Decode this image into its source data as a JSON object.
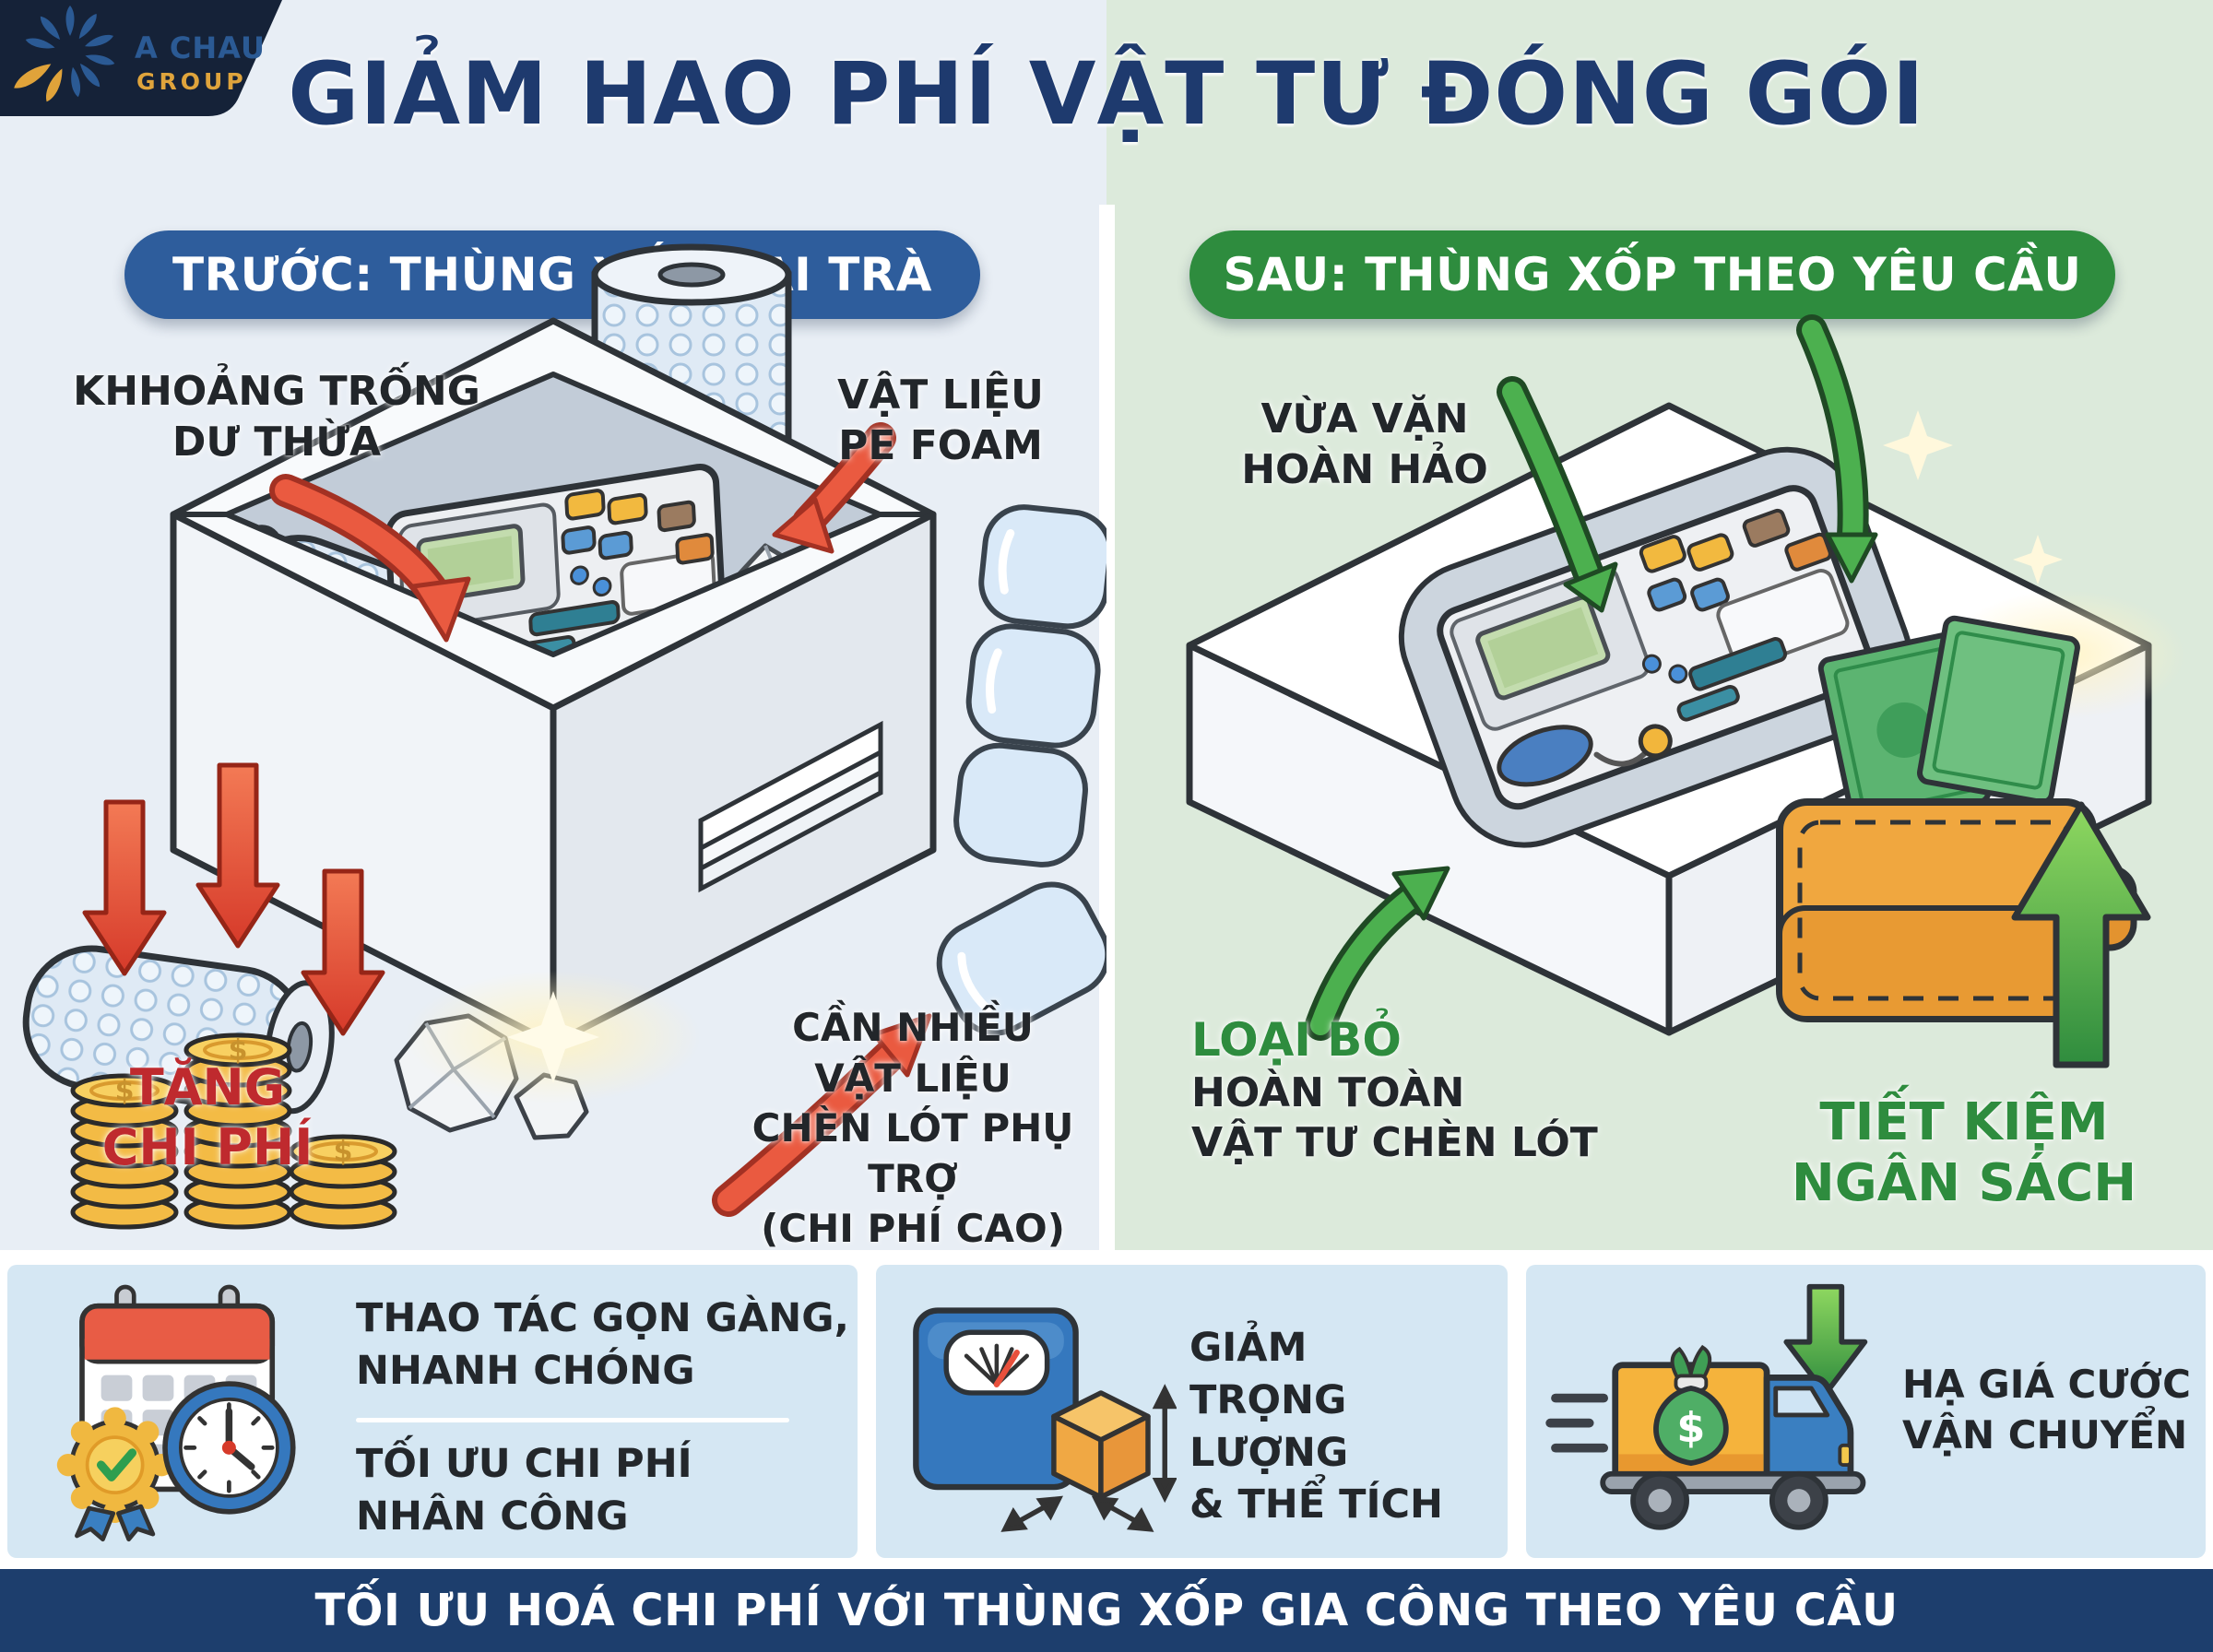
{
  "logo": {
    "name": "A CHAU",
    "sub": "GROUP"
  },
  "title": "GIẢM HAO PHÍ VẬT TƯ ĐÓNG GÓI",
  "before": {
    "header": "TRƯỚC: THÙNG XỐP ĐẠI TRÀ",
    "labels": {
      "empty_space": "KHHOẢNG TRỐNG\nDƯ THỪA",
      "pe_foam": "VẬT LIỆU\nPE FOAM",
      "cost_up": "TĂNG\nCHI PHÍ",
      "filler": "CẦN NHIỀU\nVẬT LIỆU\nCHÈN LÓT PHỤ TRỢ\n(CHI PHÍ CAO)"
    }
  },
  "after": {
    "header": "SAU: THÙNG XỐP THEO YÊU CẦU",
    "labels": {
      "fit": "VỪA VẶN\nHOÀN HẢO",
      "remove_lead": "LOẠI BỎ",
      "remove_rest": "HOÀN TOÀN\nVẬT TƯ CHÈN LÓT",
      "savings": "TIẾT KIỆM\nNGÂN SÁCH"
    }
  },
  "benefits": [
    {
      "top": "THAO TÁC GỌN GÀNG,\nNHANH CHÓNG",
      "bottom": "TỐI ƯU CHI PHÍ\nNHÂN CÔNG"
    },
    {
      "text": "GIẢM\nTRỌNG LƯỢNG\n& THỂ TÍCH"
    },
    {
      "text": "HẠ GIÁ CƯỚC\nVẬN CHUYỂN"
    }
  ],
  "footer": {
    "text": "TỐI ƯU HOÁ CHI PHÍ VỚI THÙNG XỐP GIA CÔNG THEO YÊU CẦU"
  },
  "misc": {
    "dollar": "$"
  },
  "colors": {
    "navy_title": "#1e3a6e",
    "pill_blue": "#2e5d9c",
    "pill_green": "#2e8c3e",
    "red_text": "#bf2a2e",
    "green_text": "#2e8c3e",
    "bg_before": "#e8eef5",
    "bg_after": "#dceadb",
    "benefit_bg": "#d5e7f3",
    "banner_bg": "#1d3e6d",
    "arrow_red": "#e8503c",
    "arrow_green": "#3f9e46",
    "coin_gold": "#f3bb45",
    "logo_badge": "#152238",
    "logo_gold": "#dfa43c"
  }
}
